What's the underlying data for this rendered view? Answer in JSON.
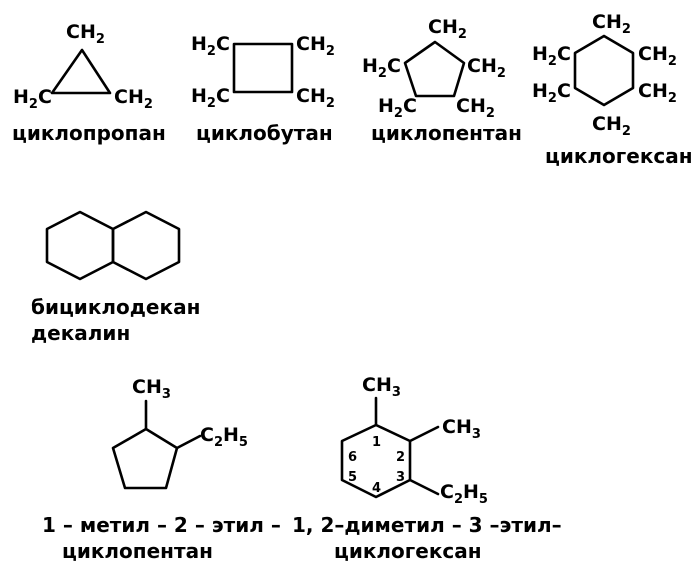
{
  "cyclopropane": {
    "top": "CH",
    "left": "H",
    "left_c": "C",
    "right": "CH",
    "sub2": "2",
    "name": "циклопропан"
  },
  "cyclobutane": {
    "tl": "H",
    "tl_c": "C",
    "tr": "CH",
    "bl": "H",
    "bl_c": "C",
    "br": "CH",
    "sub2": "2",
    "name": "циклобутан"
  },
  "cyclopentane": {
    "top": "CH",
    "left": "H",
    "left_c": "C",
    "right": "CH",
    "bl": "H",
    "bl_c": "C",
    "br": "CH",
    "sub2": "2",
    "name": "циклопентан"
  },
  "cyclohexane": {
    "top": "CH",
    "tl": "H",
    "tl_c": "C",
    "tr": "CH",
    "bl": "H",
    "bl_c": "C",
    "br": "CH",
    "bottom": "CH",
    "sub2": "2",
    "name": "циклогексан"
  },
  "decalin": {
    "name1": "бициклодекан",
    "name2": "декалин"
  },
  "methylethylcyclopentane": {
    "methyl": "CH",
    "methyl_sub": "3",
    "ethyl_c": "C",
    "ethyl_sub1": "2",
    "ethyl_h": "H",
    "ethyl_sub2": "5",
    "name1": "1 – метил – 2 – этил –",
    "name2": "циклопентан"
  },
  "dimethylethylcyclohexane": {
    "methyl_top": "CH",
    "methyl_right": "CH",
    "methyl_sub": "3",
    "ethyl_c": "C",
    "ethyl_sub1": "2",
    "ethyl_h": "H",
    "ethyl_sub2": "5",
    "ring_numbers": [
      "1",
      "2",
      "3",
      "4",
      "5",
      "6"
    ],
    "name1": "1, 2–диметил – 3 –этил–",
    "name2": "циклогексан"
  }
}
